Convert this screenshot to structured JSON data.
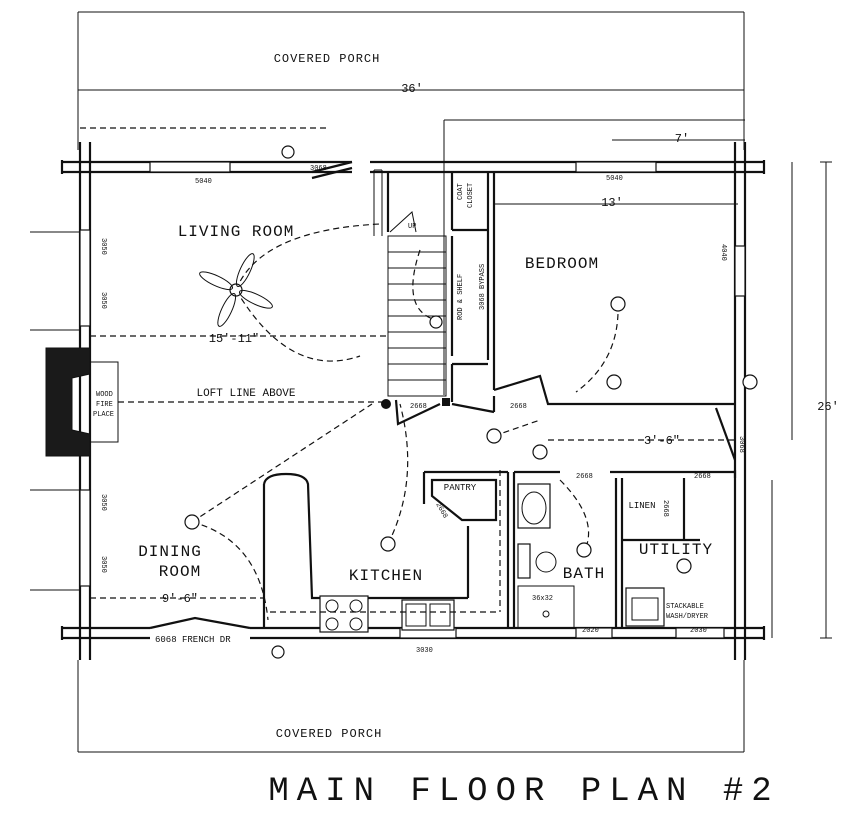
{
  "plan": {
    "title": "MAIN FLOOR PLAN #2",
    "porch_top": "COVERED PORCH",
    "porch_bottom": "COVERED PORCH",
    "rooms": {
      "living": "LIVING ROOM",
      "bedroom": "BEDROOM",
      "dining_line1": "DINING",
      "dining_line2": "ROOM",
      "kitchen": "KITCHEN",
      "bath": "BATH",
      "utility": "UTILITY",
      "pantry": "PANTRY",
      "linen": "LINEN",
      "coat_closet_1": "COAT",
      "coat_closet_2": "CLOSET",
      "fireplace_1": "WOOD",
      "fireplace_2": "FIRE",
      "fireplace_3": "PLACE",
      "rod_shelf": "ROD & SHELF",
      "bypass": "3068 BYPASS",
      "stack_1": "STACKABLE",
      "stack_2": "WASH/DRYER",
      "shower": "36x32"
    },
    "notes": {
      "loft_line": "LOFT LINE ABOVE",
      "french_door": "6068 FRENCH DR",
      "up": "UP"
    },
    "dimensions": {
      "overall_width": "36'",
      "overall_depth": "26'",
      "bedroom_width": "13'",
      "seven": "7'",
      "living_width": "15'-11\"",
      "dining_width": "9'-6\"",
      "hall_width": "3'-6\""
    },
    "openings": {
      "w5040_left": "5040",
      "w5040_right": "5040",
      "d3068_top": "3068",
      "w3050_a": "3050",
      "w3050_b": "3050",
      "w3050_c": "3050",
      "w3050_d": "3050",
      "w4040": "4040",
      "d3068_right": "3068",
      "d2668_a": "2668",
      "d2668_b": "2668",
      "d2668_c": "2668",
      "d2668_d": "2668",
      "d2668_e": "2668",
      "d2668_f": "2668",
      "w3030": "3030",
      "w2020": "2020",
      "w2030": "2030"
    }
  }
}
